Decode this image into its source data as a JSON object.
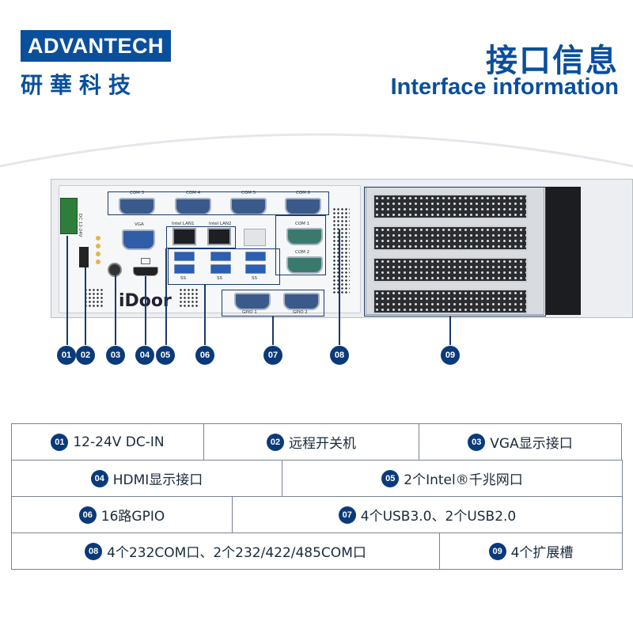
{
  "header": {
    "logo_text": "ADVANTECH",
    "logo_cn": "研華科技",
    "title_cn": "接口信息",
    "title_en": "Interface information"
  },
  "panel_labels": {
    "com3": "COM 3",
    "com4": "COM 4",
    "com5": "COM 5",
    "com6": "COM 6",
    "com1": "COM 1",
    "com2": "COM 2",
    "vga": "VGA",
    "lan1": "Intel LAN1",
    "lan2": "Intel LAN2",
    "gpio1": "GPIO 1",
    "gpio2": "GPIO 2",
    "dc": "DC 12-24V",
    "brand": "iDoor",
    "ss": "SS"
  },
  "callouts": [
    "01",
    "02",
    "03",
    "04",
    "05",
    "06",
    "07",
    "08",
    "09"
  ],
  "table": {
    "rows": [
      [
        {
          "num": "01",
          "text": "12-24V DC-IN"
        },
        {
          "num": "02",
          "text": "远程开关机"
        },
        {
          "num": "03",
          "text": "VGA显示接口"
        }
      ],
      [
        {
          "num": "04",
          "text": "HDMI显示接口"
        },
        {
          "num": "05",
          "text": "2个Intel®千兆网口"
        }
      ],
      [
        {
          "num": "06",
          "text": "16路GPIO"
        },
        {
          "num": "07",
          "text": "4个USB3.0、2个USB2.0"
        }
      ],
      [
        {
          "num": "08",
          "text": "4个232COM口、2个232/422/485COM口"
        },
        {
          "num": "09",
          "text": "4个扩展槽"
        }
      ]
    ]
  },
  "colors": {
    "brand_blue": "#0a4f9c",
    "badge_navy": "#0a3a7a"
  }
}
